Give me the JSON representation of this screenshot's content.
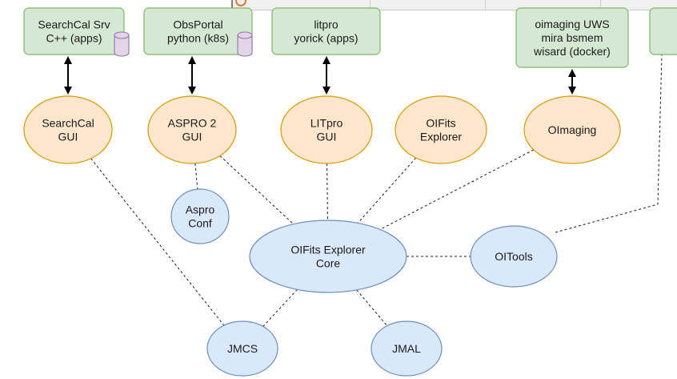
{
  "servers": [
    {
      "id": "searchcal-srv",
      "lines": [
        "SearchCal Srv",
        "C++ (apps)"
      ],
      "has_db": true
    },
    {
      "id": "obsportal",
      "lines": [
        "ObsPortal",
        "python (k8s)"
      ],
      "has_db": true
    },
    {
      "id": "litpro-srv",
      "lines": [
        "litpro",
        "yorick (apps)"
      ],
      "has_db": false
    },
    {
      "id": "oimaging-uws",
      "lines": [
        "oimaging UWS",
        "mira bsmem",
        "wisard (docker)"
      ],
      "has_db": false
    },
    {
      "id": "partial",
      "lines": [],
      "has_db": false
    }
  ],
  "guis": [
    {
      "id": "searchcal-gui",
      "lines": [
        "SearchCal",
        "GUI"
      ]
    },
    {
      "id": "aspro2-gui",
      "lines": [
        "ASPRO 2",
        "GUI"
      ]
    },
    {
      "id": "litpro-gui",
      "lines": [
        "LITpro",
        "GUI"
      ]
    },
    {
      "id": "oifits-explorer",
      "lines": [
        "OIFits",
        "Explorer"
      ]
    },
    {
      "id": "oimaging",
      "lines": [
        "OImaging"
      ]
    }
  ],
  "libs": [
    {
      "id": "aspro-conf",
      "lines": [
        "Aspro",
        "Conf"
      ]
    },
    {
      "id": "oifits-core",
      "lines": [
        "OIFits Explorer",
        "Core"
      ]
    },
    {
      "id": "oitools",
      "lines": [
        "OITools"
      ]
    },
    {
      "id": "jmcs",
      "lines": [
        "JMCS"
      ]
    },
    {
      "id": "jmal",
      "lines": [
        "JMAL"
      ]
    }
  ],
  "colors": {
    "server_fill": "#d5e8d4",
    "server_stroke": "#82b366",
    "gui_fill": "#ffe6cc",
    "gui_stroke": "#d79b00",
    "lib_fill": "#dae8fc",
    "lib_stroke": "#6c8ebf",
    "db_fill": "#e1d5e7",
    "db_stroke": "#9673a6"
  },
  "edges_solid_bidirectional": [
    [
      "searchcal-srv",
      "searchcal-gui"
    ],
    [
      "obsportal",
      "aspro2-gui"
    ],
    [
      "litpro-srv",
      "litpro-gui"
    ],
    [
      "oimaging-uws",
      "oimaging"
    ]
  ],
  "edges_dashed": [
    [
      "searchcal-gui",
      "jmcs"
    ],
    [
      "aspro2-gui",
      "aspro-conf"
    ],
    [
      "aspro2-gui",
      "oifits-core"
    ],
    [
      "litpro-gui",
      "oifits-core"
    ],
    [
      "oifits-explorer",
      "oifits-core"
    ],
    [
      "oimaging",
      "oifits-core"
    ],
    [
      "oifits-core",
      "oitools"
    ],
    [
      "oifits-core",
      "jmcs"
    ],
    [
      "oifits-core",
      "jmal"
    ],
    [
      "oitools",
      "partial"
    ]
  ]
}
